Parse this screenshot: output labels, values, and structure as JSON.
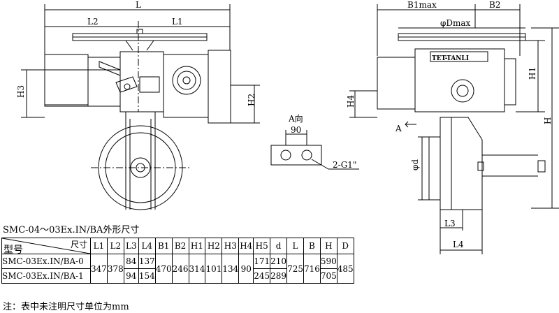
{
  "caption": "SMC-04～03Ex.IN/BA外形尺寸",
  "note": "注：表中未注明尺寸单位为mm",
  "table": {
    "corner_top": "尺寸",
    "corner_bottom": "型号",
    "columns": [
      "L1",
      "L2",
      "L3",
      "L4",
      "B1",
      "B2",
      "H1",
      "H2",
      "H3",
      "H4",
      "H5",
      "d",
      "L",
      "B",
      "H",
      "D"
    ],
    "models": [
      "SMC-03Ex.IN/BA-0",
      "SMC-03Ex.IN/BA-1"
    ],
    "values": {
      "L1": "347",
      "L2": "378",
      "L3_0": "84",
      "L3_1": "94",
      "L4_0": "137",
      "L4_1": "154",
      "B1": "470",
      "B2": "246",
      "H1": "314",
      "H2": "101",
      "H3": "134",
      "H4": "90",
      "H5_0": "171",
      "H5_1": "245",
      "d_0": "210",
      "d_1": "289",
      "L": "725",
      "B": "716",
      "H_0": "590",
      "H_1": "705",
      "D": "485"
    }
  },
  "labels": {
    "L": "L",
    "L1": "L1",
    "L2": "L2",
    "L3": "L3",
    "L4": "L4",
    "H": "H",
    "H1": "H1",
    "H2": "H2",
    "H3": "H3",
    "H4": "H4",
    "B1max": "B1max",
    "B2": "B2",
    "Dmax": "φDmax",
    "d": "φd",
    "A": "A",
    "A_view": "A向",
    "dim90": "90",
    "thread": "2-G1\"",
    "brand": "TET-TANLI"
  }
}
